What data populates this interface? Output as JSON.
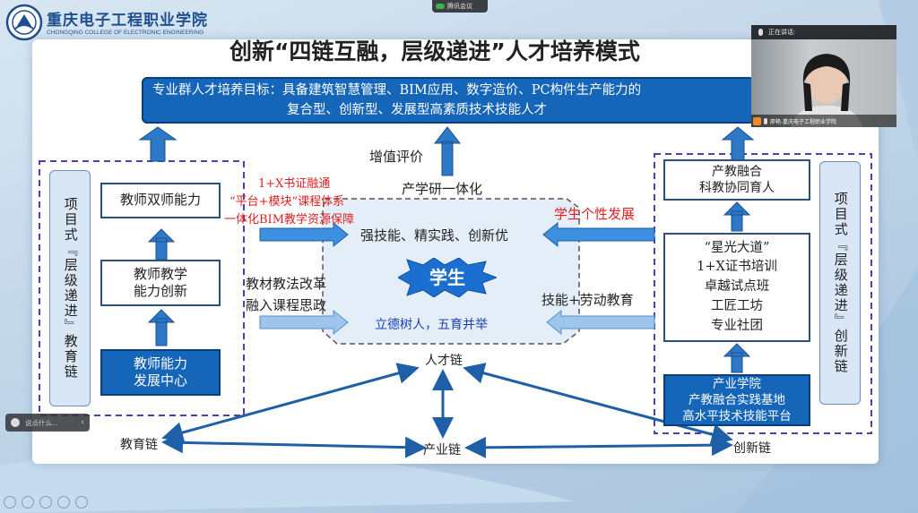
{
  "school": {
    "name_cn": "重庆电子工程职业学院",
    "name_en": "CHONGQING COLLEGE OF ELECTRONIC ENGINEERING"
  },
  "meeting": {
    "label": "腾讯会议",
    "speaking_label": "正在讲话:",
    "speaker_name": "廖艳-重庆电子工程职业学院",
    "chat_placeholder": "说点什么..."
  },
  "slide": {
    "title": "创新“四链互融，层级递进”人才培养模式",
    "goal_line1": "专业群人才培养目标：具备建筑智慧管理、BIM应用、数字造价、PC构件生产能力的",
    "goal_line2": "复合型、创新型、发展型高素质技术技能人才",
    "value_eval": "增值评价",
    "left_chain": "项目式『层级递进』教育链",
    "right_chain": "项目式『层级递进』创新链",
    "teacher_dual": "教师双师能力",
    "teacher_teach_1": "教师教学",
    "teacher_teach_2": "能力创新",
    "teacher_center_1": "教师能力",
    "teacher_center_2": "发展中心",
    "red_notes": [
      "1+X书证融通",
      "“平台+模块”课程体系",
      "一体化BIM教学资源保障"
    ],
    "reform_1": "教材教法改革",
    "reform_2": "融入课程思政",
    "cpr": "产学研一体化",
    "skills": "强技能、精实践、创新优",
    "student": "学生",
    "moral": "立德树人，五育并举",
    "personal": "学生个性发展",
    "labor": "技能+劳动教育",
    "integration_1": "产教融合",
    "integration_2": "科教协同育人",
    "programs": [
      "“星光大道”",
      "1+X证书培训",
      "卓越试点班",
      "工匠工坊",
      "专业社团"
    ],
    "industry_1": "产业学院",
    "industry_2": "产教融合实践基地",
    "industry_3": "高水平技术技能平台",
    "talent_chain": "人才链",
    "edu_chain": "教育链",
    "ind_chain": "产业链",
    "inno_chain": "创新链"
  },
  "colors": {
    "primary": "#1565b8",
    "dark_blue": "#1f4f8f",
    "red": "#e02020",
    "dash": "#4a3fb5"
  }
}
